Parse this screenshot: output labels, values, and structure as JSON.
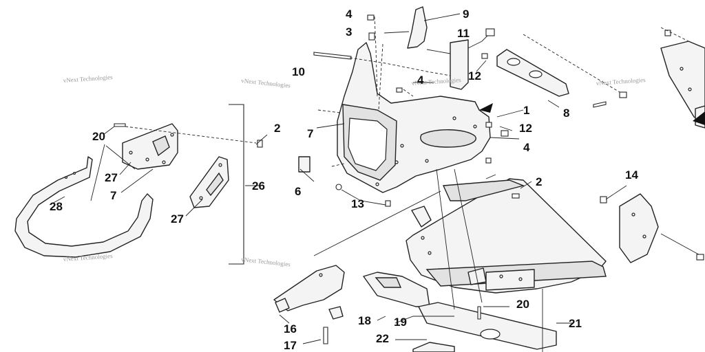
{
  "callouts": {
    "c1": "1",
    "c2a": "2",
    "c2b": "2",
    "c3": "3",
    "c4a": "4",
    "c4b": "4",
    "c4c": "4",
    "c6": "6",
    "c7a": "7",
    "c7b": "7",
    "c8": "8",
    "c9": "9",
    "c10": "10",
    "c11": "11",
    "c12a": "12",
    "c12b": "12",
    "c13": "13",
    "c14": "14",
    "c16": "16",
    "c17": "17",
    "c18": "18",
    "c19": "19",
    "c20a": "20",
    "c20b": "20",
    "c21": "21",
    "c22": "22",
    "c26": "26",
    "c27a": "27",
    "c27b": "27",
    "c28": "28"
  },
  "watermarks": {
    "w1": "vNext Technologies",
    "w2": "vNext Technologies",
    "w3": "vNext Technologies",
    "w4": "vNext Technologies",
    "w5": "vNext Technologies",
    "w6": "vNext Technologies"
  }
}
